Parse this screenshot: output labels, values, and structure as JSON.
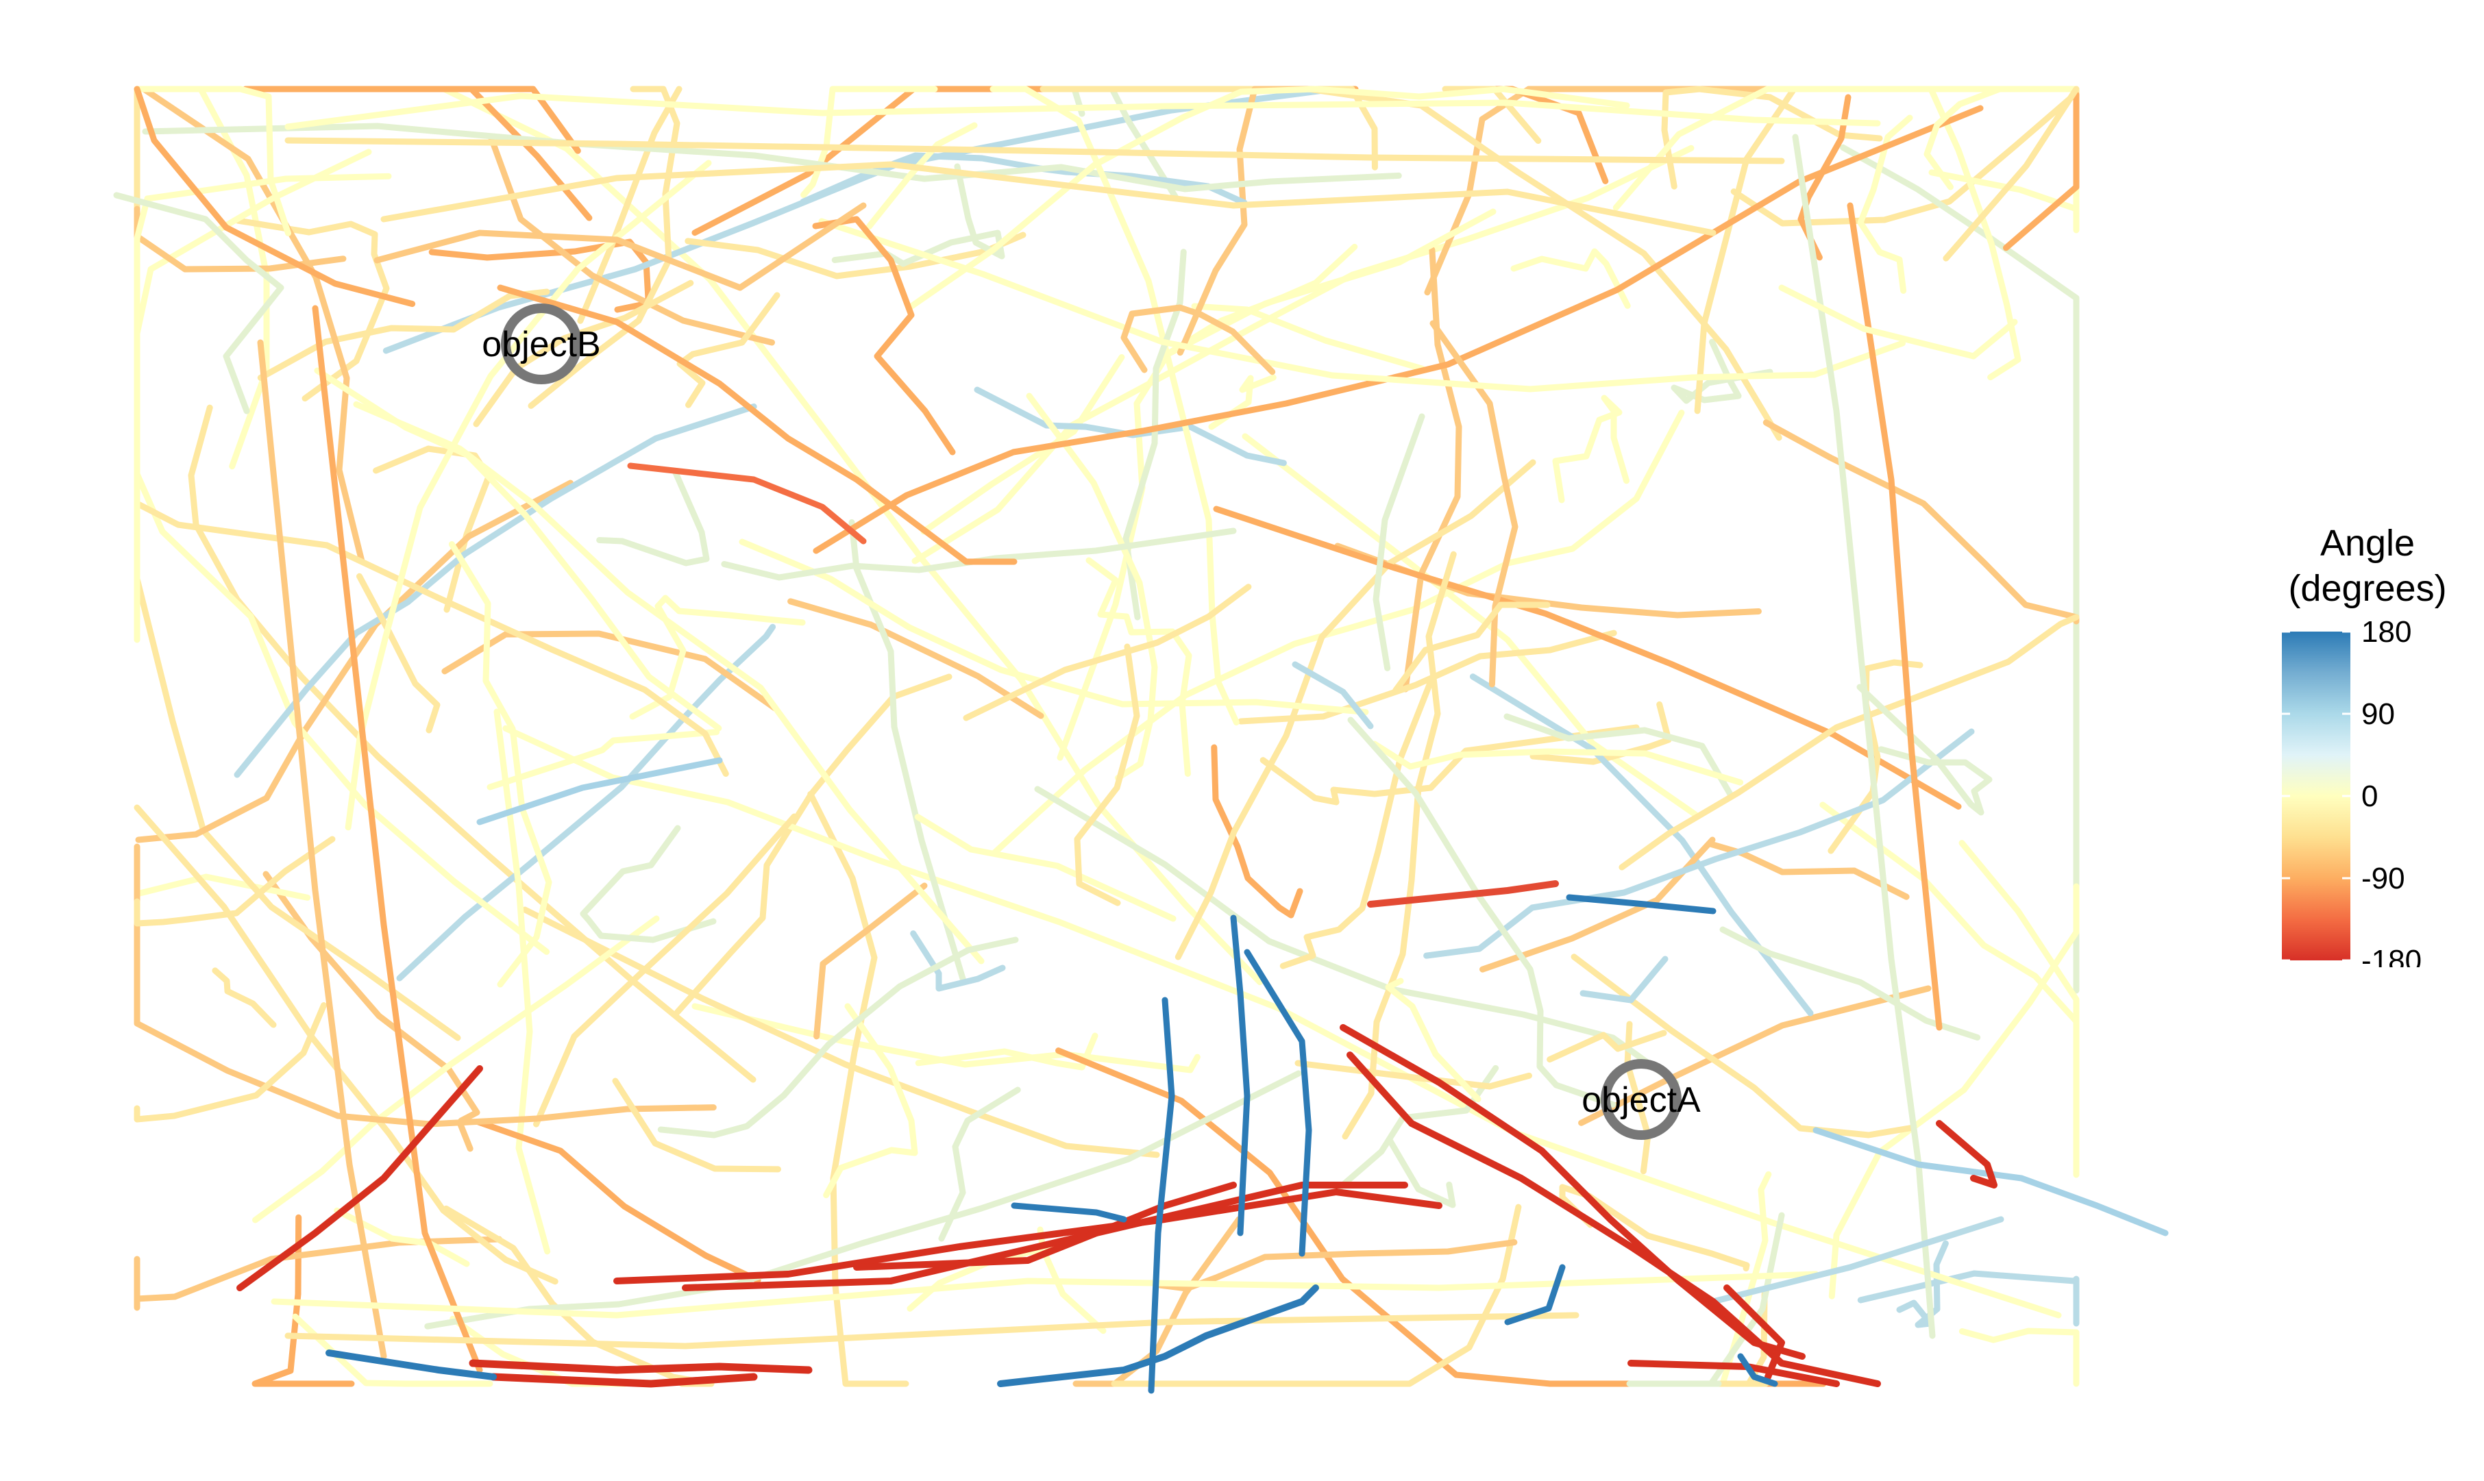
{
  "chart_data": {
    "type": "line",
    "description_of_encoding": "trajectory segments coloured by heading angle",
    "objects": [
      {
        "name": "objectA"
      },
      {
        "name": "objectB"
      }
    ],
    "legend": {
      "title_line1": "Angle",
      "title_line2": "(degrees)",
      "ticks": [
        "180",
        "90",
        "0",
        "-90",
        "-180"
      ],
      "tick_values": [
        180,
        90,
        0,
        -90,
        -180
      ],
      "range": [
        -180,
        180
      ],
      "placement": "right",
      "colors": [
        "#d73027",
        "#f46d43",
        "#fdae61",
        "#fee090",
        "#ffffbf",
        "#e0f3f8",
        "#abd9e9",
        "#74add1",
        "#4575b4"
      ]
    },
    "grid": false,
    "axes_shown": false
  }
}
